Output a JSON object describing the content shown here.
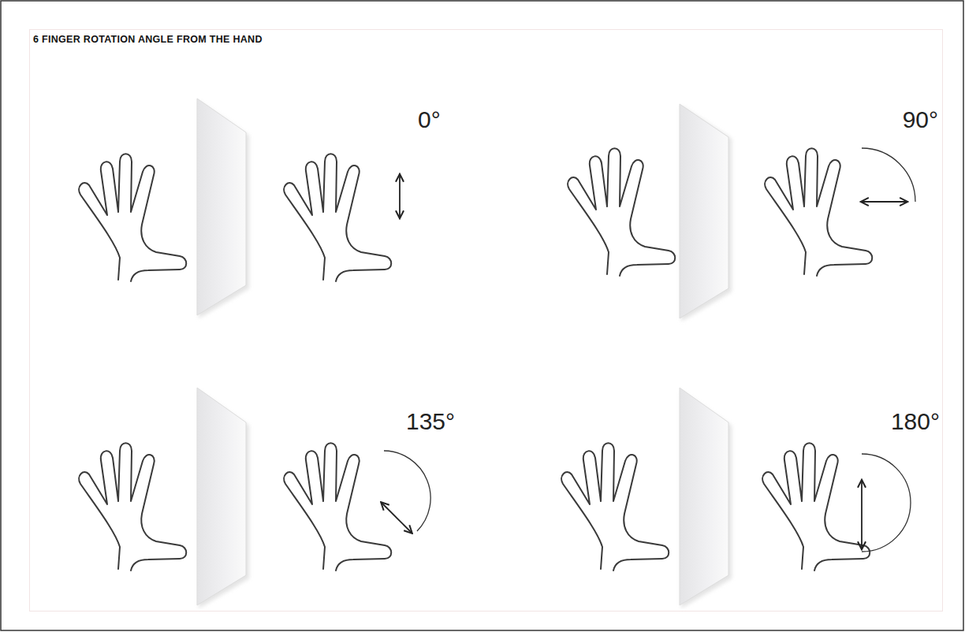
{
  "diagram": {
    "title": "6 FINGER ROTATION ANGLE FROM THE HAND",
    "labels": [
      "0°",
      "90°",
      "135°",
      "180°"
    ]
  }
}
